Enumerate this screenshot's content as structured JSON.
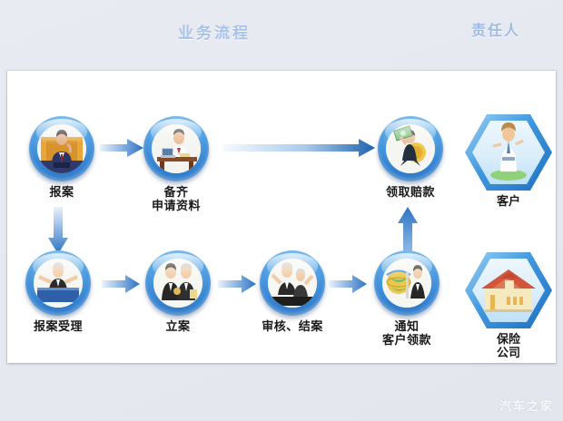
{
  "headings": {
    "flow_title": "业务流程",
    "owner_title": "责任人",
    "title_color": "#a9c2e8"
  },
  "watermark": "汽车之家",
  "flow": {
    "row1": [
      {
        "id": "report",
        "label": "报案",
        "icon": "man-on-phone-icon"
      },
      {
        "id": "prepare-materials",
        "label": "备齐\n申请资料",
        "icon": "clerk-at-desk-icon"
      },
      {
        "id": "collect-payment",
        "label": "领取赔款",
        "icon": "man-holding-cash-icon"
      }
    ],
    "row2": [
      {
        "id": "case-acceptance",
        "label": "报案受理",
        "icon": "agent-at-counter-icon"
      },
      {
        "id": "file-case",
        "label": "立案",
        "icon": "two-men-talking-icon"
      },
      {
        "id": "review-close",
        "label": "审核、结案",
        "icon": "two-men-cheering-icon"
      },
      {
        "id": "notify-customer",
        "label": "通知\n客户领款",
        "icon": "globe-and-man-icon"
      }
    ]
  },
  "owners": [
    {
      "id": "customer",
      "label": "客户",
      "icon": "customer-person-icon"
    },
    {
      "id": "insurance-company",
      "label": "保险\n公司",
      "icon": "house-building-icon"
    }
  ],
  "arrows": [
    {
      "id": "report-to-prepare",
      "direction": "right"
    },
    {
      "id": "prepare-to-collect",
      "direction": "right-long"
    },
    {
      "id": "report-to-acceptance",
      "direction": "down"
    },
    {
      "id": "acceptance-to-file",
      "direction": "right"
    },
    {
      "id": "file-to-review",
      "direction": "right"
    },
    {
      "id": "review-to-notify",
      "direction": "right"
    },
    {
      "id": "notify-to-collect",
      "direction": "up"
    }
  ],
  "colors": {
    "node_blue_light": "#8fc6f2",
    "node_blue_dark": "#1f63ad",
    "arrow_blue": "#2d73c4",
    "page_background": "#e7e9f1",
    "card_background": "#ffffff"
  }
}
